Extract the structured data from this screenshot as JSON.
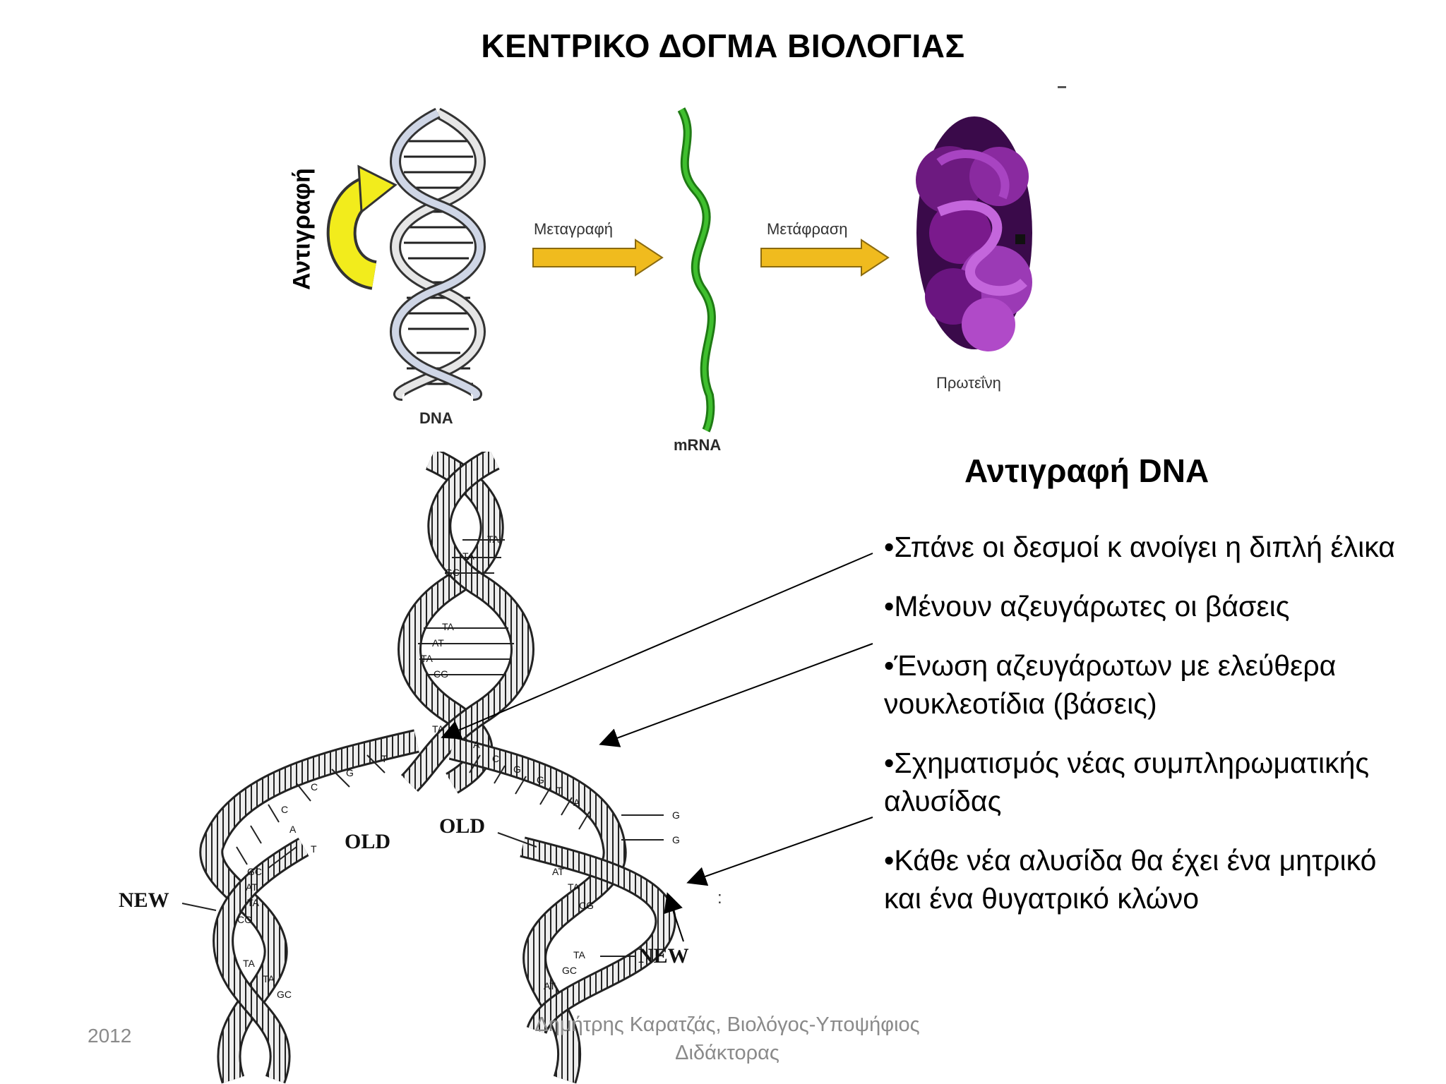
{
  "title": "ΚΕΝΤΡΙΚΟ ΔΟΓΜΑ ΒΙΟΛΟΓΙΑΣ",
  "central_dogma": {
    "replication_label": "Αντιγραφή",
    "dna_label": "DNA",
    "transcription_label": "Μεταγραφή",
    "mrna_label": "mRNA",
    "translation_label": "Μετάφραση",
    "protein_label": "Πρωτεΐνη",
    "colors": {
      "replication_arrow": "#f2ec1c",
      "process_arrow": "#f0bb1e",
      "mrna": "#3fbf2e",
      "protein": "#7a1a8c"
    }
  },
  "replication_figure": {
    "old_label": "OLD",
    "new_label": "NEW",
    "base_pairs_top": [
      "TA",
      "TA",
      "GC",
      "TA",
      "AT",
      "TA",
      "CG",
      "TA"
    ],
    "free_bases_left": [
      "T",
      "G",
      "C",
      "C",
      "A",
      "T"
    ],
    "free_bases_right": [
      "A",
      "C",
      "G",
      "G",
      "T",
      "A"
    ],
    "right_side_bases": [
      "G",
      "G"
    ],
    "base_pairs_left_new": [
      "GC",
      "AT",
      "TA",
      "CG",
      "TA",
      "TA",
      "GC"
    ],
    "base_pairs_right_new": [
      "AT",
      "TA",
      "CG",
      "TA",
      "GC",
      "AT"
    ]
  },
  "panel": {
    "heading": "Αντιγραφή DNA",
    "bullets": [
      "•Σπάνε οι δεσμοί κ ανοίγει η διπλή έλικα",
      "•Μένουν αζευγάρωτες οι βάσεις",
      "•Ένωση αζευγάρωτων με ελεύθερα νουκλεοτίδια (βάσεις)",
      "•Σχηματισμός νέας συμπληρωματικής αλυσίδας",
      "•Κάθε νέα αλυσίδα θα έχει ένα μητρικό και ένα θυγατρικό κλώνο"
    ]
  },
  "footer": {
    "year": "2012",
    "author": "Δημήτρης Καρατζάς, Βιολόγος-Υποψήφιος Διδάκτορας"
  }
}
